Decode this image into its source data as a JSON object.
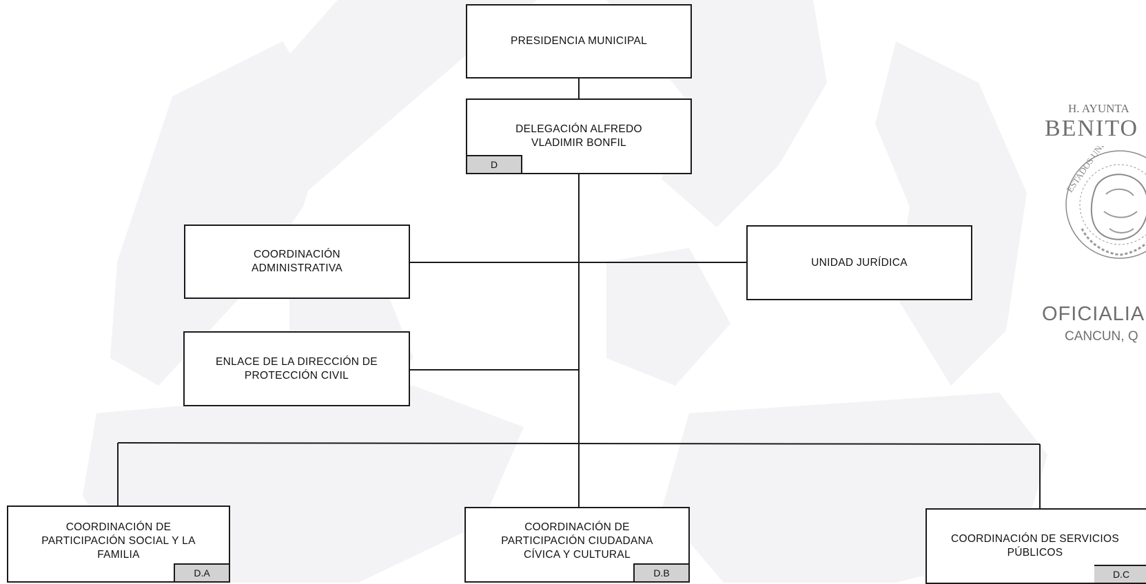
{
  "chart": {
    "nodes": {
      "presidencia": {
        "label": "PRESIDENCIA MUNICIPAL"
      },
      "delegacion": {
        "label": "DELEGACIÓN ALFREDO\nVLADIMIR BONFIL",
        "code": "D"
      },
      "coord_admin": {
        "label": "COORDINACIÓN\nADMINISTRATIVA"
      },
      "unidad_juridica": {
        "label": "UNIDAD JURÍDICA"
      },
      "enlace_proteccion": {
        "label": "ENLACE DE LA DIRECCIÓN DE\nPROTECCIÓN CIVIL"
      },
      "coord_social": {
        "label": "COORDINACIÓN DE\nPARTICIPACIÓN SOCIAL Y LA\nFAMILIA",
        "code": "D.A"
      },
      "coord_ciudadana": {
        "label": "COORDINACIÓN DE\nPARTICIPACIÓN CIUDADANA\nCÍVICA Y CULTURAL",
        "code": "D.B"
      },
      "coord_servicios": {
        "label": "COORDINACIÓN DE SERVICIOS\nPÚBLICOS",
        "code": "D.C"
      }
    },
    "edges": [
      [
        "presidencia",
        "delegacion"
      ],
      [
        "delegacion",
        "coord_admin"
      ],
      [
        "delegacion",
        "unidad_juridica"
      ],
      [
        "delegacion",
        "enlace_proteccion"
      ],
      [
        "delegacion",
        "coord_social"
      ],
      [
        "delegacion",
        "coord_ciudadana"
      ],
      [
        "delegacion",
        "coord_servicios"
      ]
    ]
  },
  "seal": {
    "line1": "H. AYUNTA",
    "line2": "BENITO",
    "ring_text": "ESTADOS UNIDOS",
    "line3": "OFICIALIA",
    "line4": "CANCUN, Q"
  },
  "colors": {
    "line": "#1a1a1a",
    "tag_fill": "#d2d2d2",
    "watermark": "#f3f2f5",
    "seal_ink": "#6f6f6f"
  }
}
